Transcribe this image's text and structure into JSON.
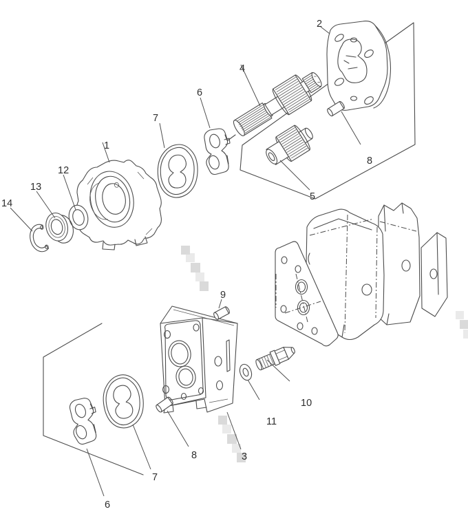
{
  "figure": {
    "type": "exploded-parts-diagram",
    "background_color": "#ffffff",
    "line_color": "#4b4b4b",
    "label_color": "#2e2e2e",
    "watermark_color": "#c6c6c6"
  },
  "callouts": [
    {
      "num": "2"
    },
    {
      "num": "4"
    },
    {
      "num": "6"
    },
    {
      "num": "7"
    },
    {
      "num": "1"
    },
    {
      "num": "12"
    },
    {
      "num": "13"
    },
    {
      "num": "14"
    },
    {
      "num": "8"
    },
    {
      "num": "5"
    },
    {
      "num": "9"
    },
    {
      "num": "10"
    },
    {
      "num": "11"
    },
    {
      "num": "8"
    },
    {
      "num": "3"
    },
    {
      "num": "7"
    },
    {
      "num": "6"
    }
  ]
}
